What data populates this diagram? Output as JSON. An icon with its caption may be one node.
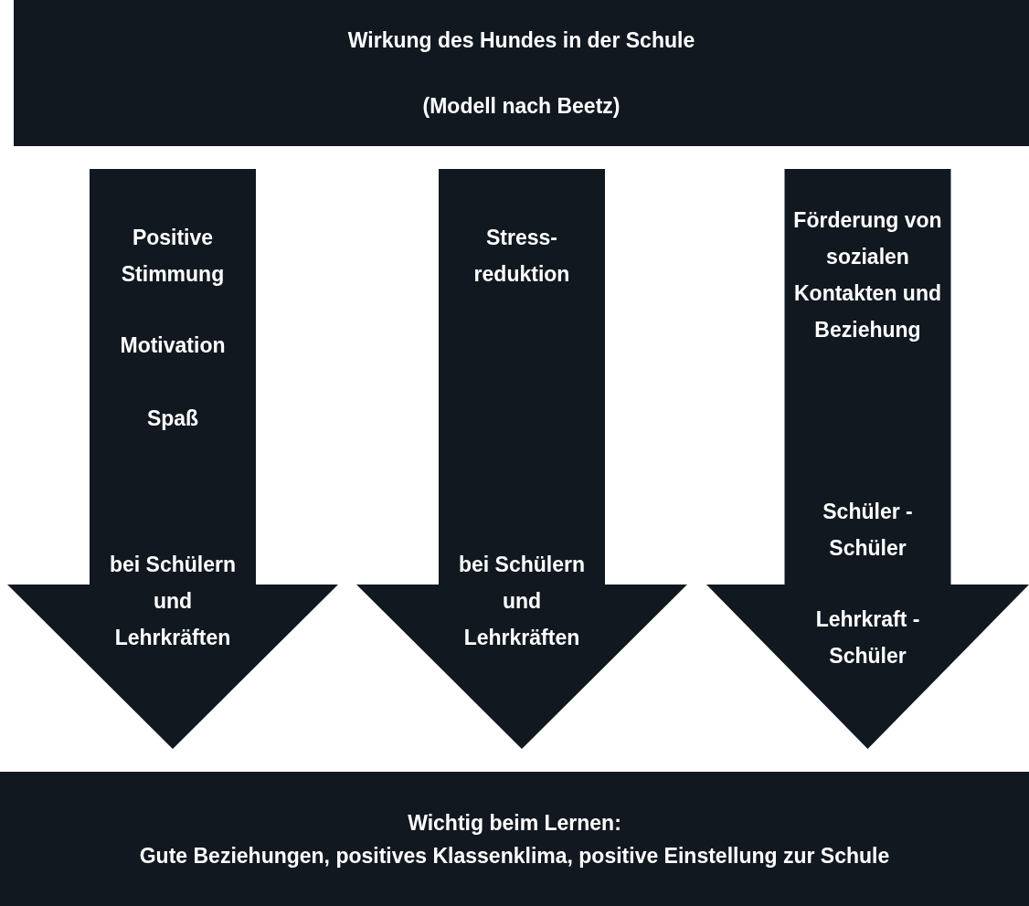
{
  "diagram": {
    "nodes": [
      {
        "text": [
          "Wirkung des Hundes in der Schule",
          "(Modell nach Beetz)"
        ]
      },
      {
        "text": [
          "Positive Stimmung",
          "Motivation",
          "Spaß",
          "bei Schülern und Lehrkräften"
        ]
      },
      {
        "text": [
          "Stress-reduktion",
          "bei Schülern und Lehrkräften"
        ]
      },
      {
        "text": [
          "Förderung von sozialen Kontakten und Beziehung",
          "Schüler - Schüler",
          "Lehrkraft - Schüler"
        ]
      },
      {
        "text": [
          "Wichtig beim Lernen:",
          "Gute Beziehungen, positives Klassenklima, positive Einstellung zur Schule"
        ]
      }
    ]
  }
}
